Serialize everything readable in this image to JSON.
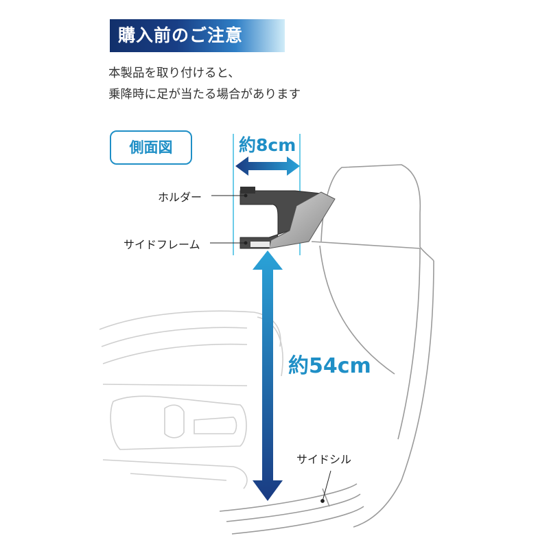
{
  "header": {
    "banner": "購入前のご注意",
    "notice_line1": "本製品を取り付けると、",
    "notice_line2": "乗降時に足が当たる場合があります"
  },
  "diagram": {
    "view_label": "側面図",
    "width_dimension": "約8cm",
    "height_dimension": "約54cm",
    "labels": {
      "holder": "ホルダー",
      "side_frame": "サイドフレーム",
      "side_sill": "サイドシル"
    }
  },
  "colors": {
    "banner_dark": "#12306b",
    "accent": "#1f8fc6",
    "arrow_dark": "#1a3b82"
  }
}
